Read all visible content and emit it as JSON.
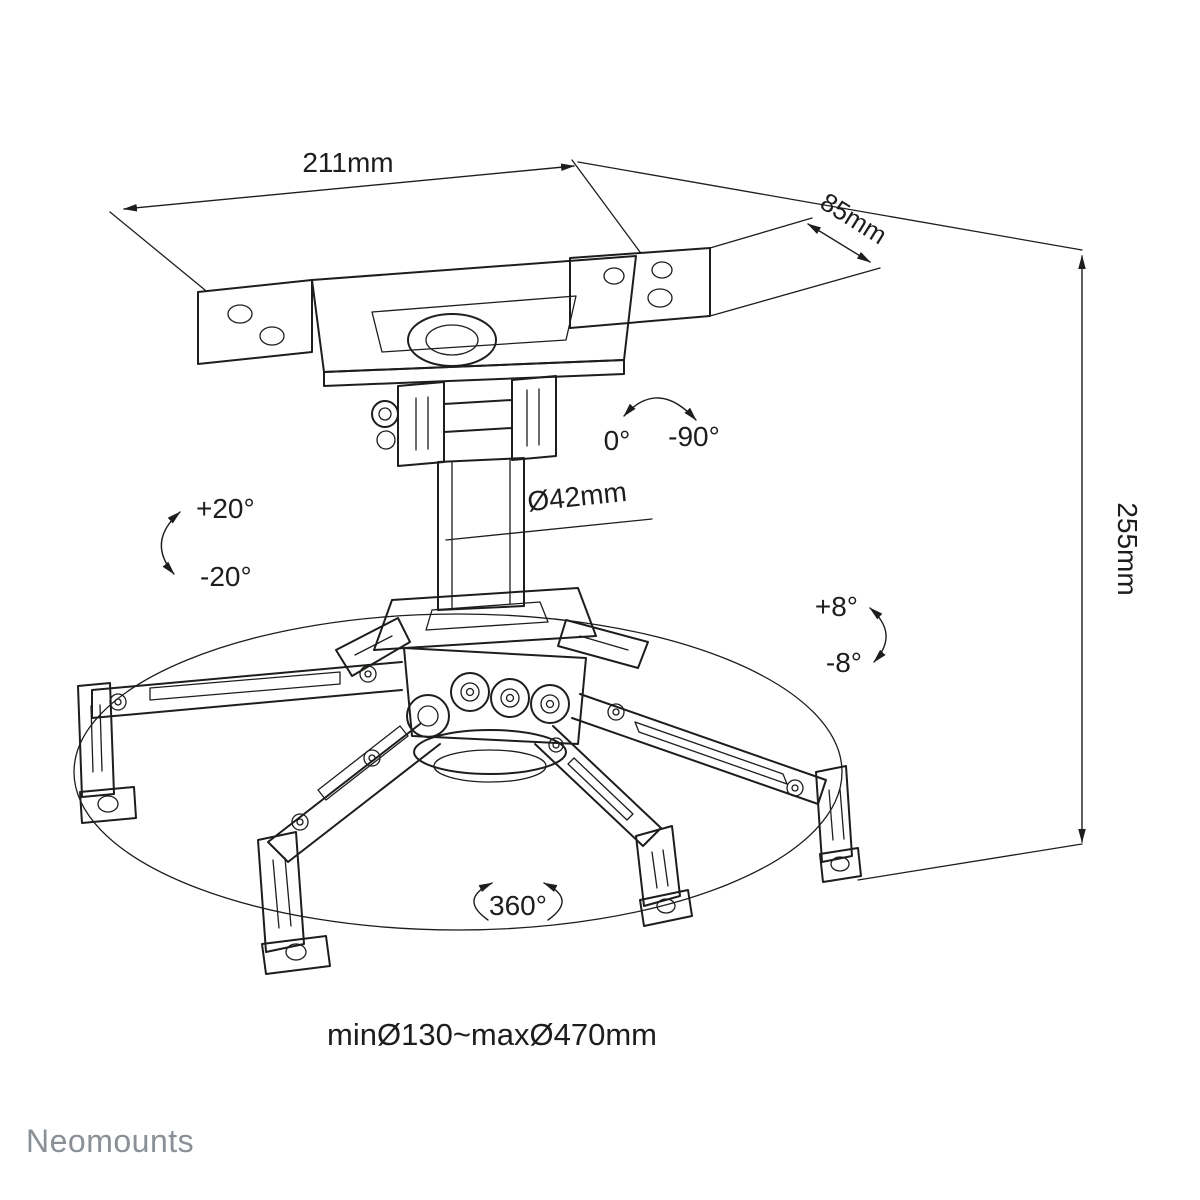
{
  "page": {
    "background": "#ffffff",
    "line_color": "#1d1d1b"
  },
  "brand": {
    "name": "Neomounts",
    "color": "#8a9096"
  },
  "labels": {
    "width": "211mm",
    "depth": "85mm",
    "height": "255mm",
    "pole_diameter": "Ø42mm",
    "tilt_zero": "0°",
    "tilt_minus90": "-90°",
    "swivel_plus20": "+20°",
    "swivel_minus20": "-20°",
    "fine_plus8": "+8°",
    "fine_minus8": "-8°",
    "rotation": "360°",
    "arm_span_range": "minØ130~maxØ470mm"
  }
}
